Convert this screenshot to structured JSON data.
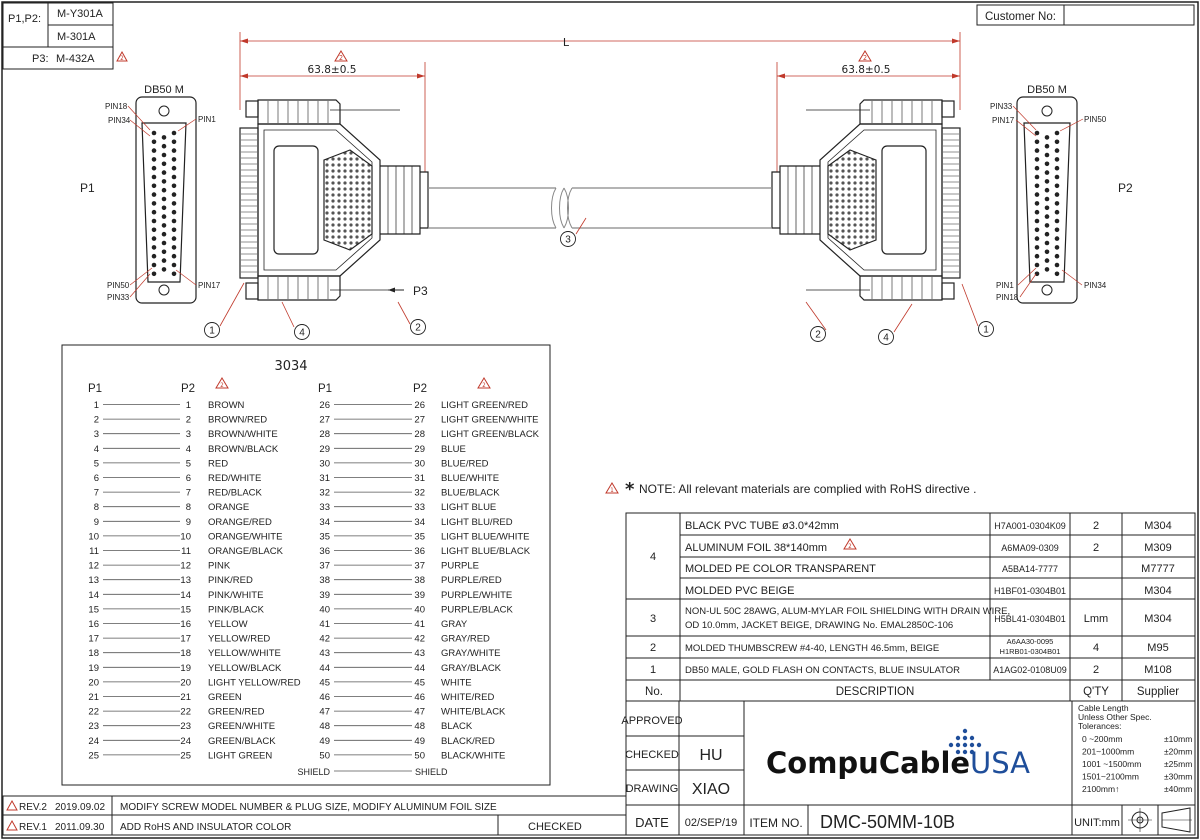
{
  "header": {
    "p1p2_label": "P1,P2:",
    "p1p2_parts": [
      "M-Y301A",
      "M-301A"
    ],
    "p3_label": "P3:",
    "p3_part": "M-432A",
    "customer_label": "Customer No:",
    "customer_value": ""
  },
  "dimensions": {
    "overall": "L",
    "left_len": "63.8±0.5",
    "right_len": "63.8±0.5",
    "rev_mark": "2"
  },
  "left_connector": {
    "type": "DB50 M",
    "name": "P1",
    "pins_top": [
      "PIN18",
      "PIN34",
      "PIN1"
    ],
    "pins_bottom": [
      "PIN50",
      "PIN33",
      "PIN17"
    ]
  },
  "right_connector": {
    "type": "DB50 M",
    "name": "P2",
    "pins_top": [
      "PIN33",
      "PIN17",
      "PIN50"
    ],
    "pins_bottom": [
      "PIN1",
      "PIN18",
      "PIN34"
    ]
  },
  "callouts": {
    "p3": "P3",
    "balloons": [
      "1",
      "2",
      "3",
      "4"
    ]
  },
  "wiring": {
    "title": "3034",
    "col_p1": "P1",
    "col_p2": "P2",
    "left": [
      [
        "1",
        "1",
        "BROWN"
      ],
      [
        "2",
        "2",
        "BROWN/RED"
      ],
      [
        "3",
        "3",
        "BROWN/WHITE"
      ],
      [
        "4",
        "4",
        "BROWN/BLACK"
      ],
      [
        "5",
        "5",
        "RED"
      ],
      [
        "6",
        "6",
        "RED/WHITE"
      ],
      [
        "7",
        "7",
        "RED/BLACK"
      ],
      [
        "8",
        "8",
        "ORANGE"
      ],
      [
        "9",
        "9",
        "ORANGE/RED"
      ],
      [
        "10",
        "10",
        "ORANGE/WHITE"
      ],
      [
        "11",
        "11",
        "ORANGE/BLACK"
      ],
      [
        "12",
        "12",
        "PINK"
      ],
      [
        "13",
        "13",
        "PINK/RED"
      ],
      [
        "14",
        "14",
        "PINK/WHITE"
      ],
      [
        "15",
        "15",
        "PINK/BLACK"
      ],
      [
        "16",
        "16",
        "YELLOW"
      ],
      [
        "17",
        "17",
        "YELLOW/RED"
      ],
      [
        "18",
        "18",
        "YELLOW/WHITE"
      ],
      [
        "19",
        "19",
        "YELLOW/BLACK"
      ],
      [
        "20",
        "20",
        "LIGHT YELLOW/RED"
      ],
      [
        "21",
        "21",
        "GREEN"
      ],
      [
        "22",
        "22",
        "GREEN/RED"
      ],
      [
        "23",
        "23",
        "GREEN/WHITE"
      ],
      [
        "24",
        "24",
        "GREEN/BLACK"
      ],
      [
        "25",
        "25",
        "LIGHT GREEN"
      ]
    ],
    "right": [
      [
        "26",
        "26",
        "LIGHT GREEN/RED"
      ],
      [
        "27",
        "27",
        "LIGHT GREEN/WHITE"
      ],
      [
        "28",
        "28",
        "LIGHT GREEN/BLACK"
      ],
      [
        "29",
        "29",
        "BLUE"
      ],
      [
        "30",
        "30",
        "BLUE/RED"
      ],
      [
        "31",
        "31",
        "BLUE/WHITE"
      ],
      [
        "32",
        "32",
        "BLUE/BLACK"
      ],
      [
        "33",
        "33",
        "LIGHT BLUE"
      ],
      [
        "34",
        "34",
        "LIGHT BLU/RED"
      ],
      [
        "35",
        "35",
        "LIGHT BLUE/WHITE"
      ],
      [
        "36",
        "36",
        "LIGHT BLUE/BLACK"
      ],
      [
        "37",
        "37",
        "PURPLE"
      ],
      [
        "38",
        "38",
        "PURPLE/RED"
      ],
      [
        "39",
        "39",
        "PURPLE/WHITE"
      ],
      [
        "40",
        "40",
        "PURPLE/BLACK"
      ],
      [
        "41",
        "41",
        "GRAY"
      ],
      [
        "42",
        "42",
        "GRAY/RED"
      ],
      [
        "43",
        "43",
        "GRAY/WHITE"
      ],
      [
        "44",
        "44",
        "GRAY/BLACK"
      ],
      [
        "45",
        "45",
        "WHITE"
      ],
      [
        "46",
        "46",
        "WHITE/RED"
      ],
      [
        "47",
        "47",
        "WHITE/BLACK"
      ],
      [
        "48",
        "48",
        "BLACK"
      ],
      [
        "49",
        "49",
        "BLACK/RED"
      ],
      [
        "50",
        "50",
        "BLACK/WHITE"
      ]
    ],
    "shield_from": "SHIELD",
    "shield_to": "SHIELD"
  },
  "note": "NOTE: All relevant materials are complied with RoHS directive .",
  "bom": {
    "header": {
      "no": "No.",
      "desc": "DESCRIPTION",
      "qty": "Q'TY",
      "supplier": "Supplier"
    },
    "rows": [
      {
        "no": "4",
        "desc": "BLACK PVC TUBE ø3.0*42mm",
        "part": "H7A001-0304K09",
        "qty": "2",
        "supplier": "M304"
      },
      {
        "no": "",
        "desc": "ALUMINUM FOIL 38*140mm",
        "part": "A6MA09-0309",
        "qty": "2",
        "supplier": "M309"
      },
      {
        "no": "",
        "desc": "MOLDED PE COLOR TRANSPARENT",
        "part": "A5BA14-7777",
        "qty": "",
        "supplier": "M7777"
      },
      {
        "no": "",
        "desc": "MOLDED PVC BEIGE",
        "part": "H1BF01-0304B01",
        "qty": "",
        "supplier": "M304"
      },
      {
        "no": "3",
        "desc": "NON-UL 50C 28AWG, ALUM-MYLAR FOIL SHIELDING WITH DRAIN WIRE,",
        "desc2": "OD 10.0mm, JACKET BEIGE, DRAWING No. EMAL2850C-106",
        "part": "H5BL41-0304B01",
        "qty": "Lmm",
        "supplier": "M304"
      },
      {
        "no": "2",
        "desc": "MOLDED THUMBSCREW #4-40, LENGTH 46.5mm, BEIGE",
        "part": "A6AA30-0095",
        "part2": "H1RB01-0304B01",
        "qty": "4",
        "supplier": "M95"
      },
      {
        "no": "1",
        "desc": "DB50 MALE, GOLD FLASH ON CONTACTS, BLUE INSULATOR",
        "part": "A1AG02-0108U09",
        "qty": "2",
        "supplier": "M108"
      }
    ]
  },
  "title_block": {
    "approved_label": "APPROVED",
    "checked_label": "CHECKED",
    "checked_value": "HU",
    "drawing_label": "DRAWING",
    "drawing_value": "XIAO",
    "date_label": "DATE",
    "date_value": "02/SEP/19",
    "item_label": "ITEM NO.",
    "item_value": "DMC-50MM-10B",
    "unit_label": "UNIT:mm",
    "logo_text_a": "CompuCable",
    "logo_text_b": "USA",
    "tolerance_title": [
      "Cable Length",
      "Unless Other Spec.",
      "Tolerances:"
    ],
    "tolerances": [
      [
        "0 ~200mm",
        "±10mm"
      ],
      [
        "201~1000mm",
        "±20mm"
      ],
      [
        "1001 ~1500mm",
        "±25mm"
      ],
      [
        "1501~2100mm",
        "±30mm"
      ],
      [
        "2100mm↑",
        "±40mm"
      ]
    ]
  },
  "revisions": [
    {
      "rev": "REV.2",
      "date": "2019.09.02",
      "text": "MODIFY SCREW MODEL NUMBER & PLUG SIZE, MODIFY ALUMINUM FOIL SIZE"
    },
    {
      "rev": "REV.1",
      "date": "2011.09.30",
      "text": "ADD RoHS AND INSULATOR COLOR"
    }
  ],
  "checked_footer": "CHECKED",
  "colors": {
    "ink": "#222222",
    "revision_red": "#c0392b",
    "logo_blue": "#1f4e9a",
    "logo_dark": "#111111"
  }
}
